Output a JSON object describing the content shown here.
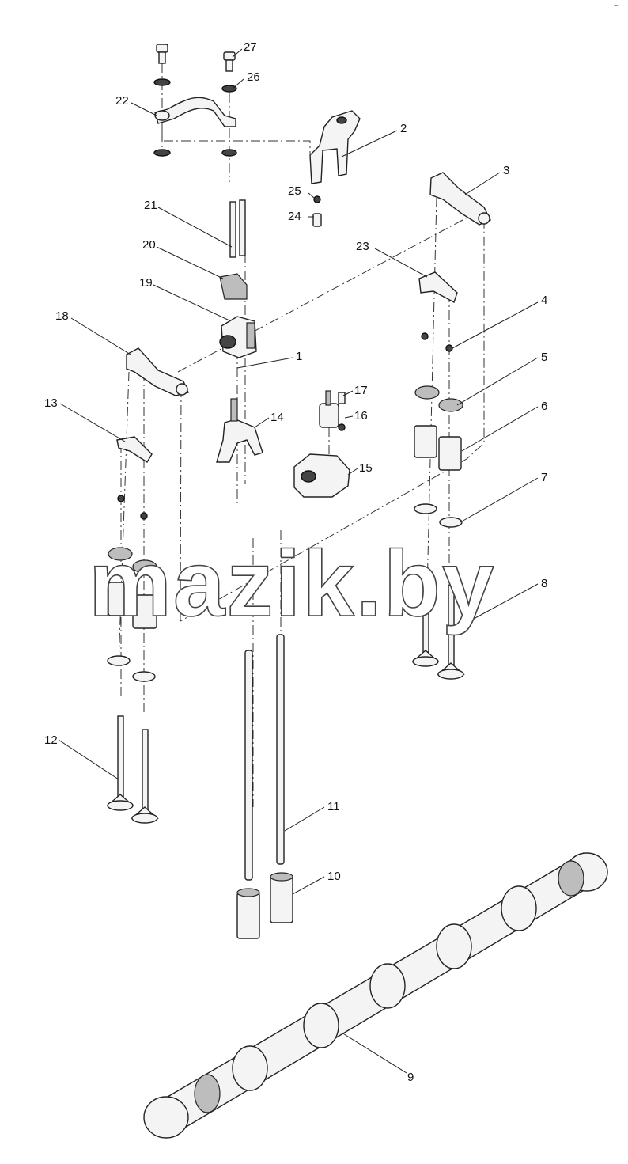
{
  "watermark": "mazik.by",
  "corner_mark": "~",
  "callouts": [
    {
      "id": "1",
      "label": "1"
    },
    {
      "id": "2",
      "label": "2"
    },
    {
      "id": "3",
      "label": "3"
    },
    {
      "id": "4",
      "label": "4"
    },
    {
      "id": "5",
      "label": "5"
    },
    {
      "id": "6",
      "label": "6"
    },
    {
      "id": "7",
      "label": "7"
    },
    {
      "id": "8",
      "label": "8"
    },
    {
      "id": "9",
      "label": "9"
    },
    {
      "id": "10",
      "label": "10"
    },
    {
      "id": "11",
      "label": "11"
    },
    {
      "id": "12",
      "label": "12"
    },
    {
      "id": "13",
      "label": "13"
    },
    {
      "id": "14",
      "label": "14"
    },
    {
      "id": "15",
      "label": "15"
    },
    {
      "id": "16",
      "label": "16"
    },
    {
      "id": "17",
      "label": "17"
    },
    {
      "id": "18",
      "label": "18"
    },
    {
      "id": "19",
      "label": "19"
    },
    {
      "id": "20",
      "label": "20"
    },
    {
      "id": "21",
      "label": "21"
    },
    {
      "id": "22",
      "label": "22"
    },
    {
      "id": "23",
      "label": "23"
    },
    {
      "id": "24",
      "label": "24"
    },
    {
      "id": "25",
      "label": "25"
    },
    {
      "id": "26",
      "label": "26"
    },
    {
      "id": "27",
      "label": "27"
    }
  ]
}
